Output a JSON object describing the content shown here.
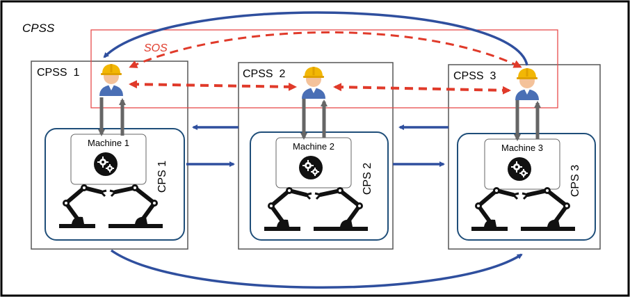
{
  "outer_label": "CPSS",
  "sos_label": "SOS",
  "systems": [
    {
      "cpss_label": "CPSS  1",
      "machine_label": "Machine 1",
      "cps_label": "CPS 1"
    },
    {
      "cpss_label": "CPSS  2",
      "machine_label": "Machine 2",
      "cps_label": "CPS 2"
    },
    {
      "cpss_label": "CPSS  3",
      "machine_label": "Machine 3",
      "cps_label": "CPS 3"
    }
  ],
  "colors": {
    "blue_arrow": "#2f4f9e",
    "red_dashed": "#e03a2a",
    "gray_arrow": "#666666",
    "cps_border": "#1f4e79",
    "sos_border": "#e84a4a",
    "worker_helmet": "#f2b705",
    "worker_body": "#4a6fb5"
  },
  "icons": [
    "worker-icon",
    "gear-icon",
    "robot-arm-icon"
  ]
}
